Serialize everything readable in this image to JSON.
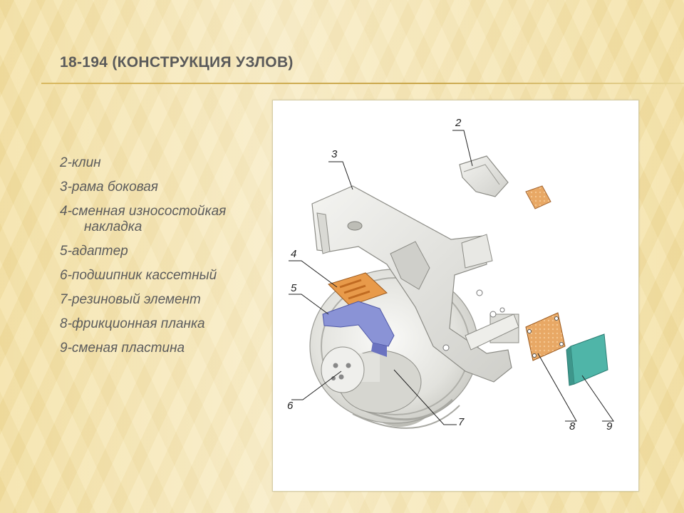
{
  "slide": {
    "title": "18-194 (КОНСТРУКЦИЯ УЗЛОВ)"
  },
  "legend": [
    "2-клин",
    "3-рама боковая",
    "4-сменная износостойкая накладка",
    "5-адаптер",
    "6-подшипник кассетный",
    "7-резиновый элемент",
    "8-фрикционная планка",
    "9-сменая пластина"
  ],
  "callouts": {
    "n2": "2",
    "n3": "3",
    "n4": "4",
    "n5": "5",
    "n6": "6",
    "n7": "7",
    "n8": "8",
    "n9": "9"
  },
  "colors": {
    "title": "#5a5a5a",
    "legend_text": "#5c5c5c",
    "rule": "#c9a64a",
    "wear_pad": "#e89a4a",
    "adapter": "#8a93d6",
    "friction_plate": "#e6a868",
    "replace_plate": "#4fb5a8",
    "metal": "#e7e7e2"
  }
}
